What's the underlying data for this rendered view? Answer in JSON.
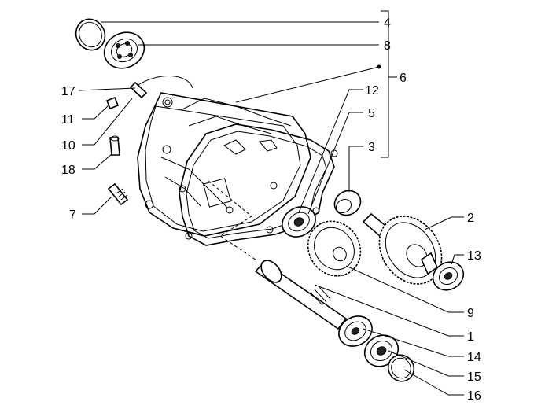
{
  "labels": {
    "l1": "1",
    "l2": "2",
    "l3": "3",
    "l4": "4",
    "l5": "5",
    "l6": "6",
    "l7": "7",
    "l8": "8",
    "l9": "9",
    "l10": "10",
    "l11": "11",
    "l12": "12",
    "l13": "13",
    "l14": "14",
    "l15": "15",
    "l16": "16",
    "l17": "17",
    "l18": "18"
  }
}
